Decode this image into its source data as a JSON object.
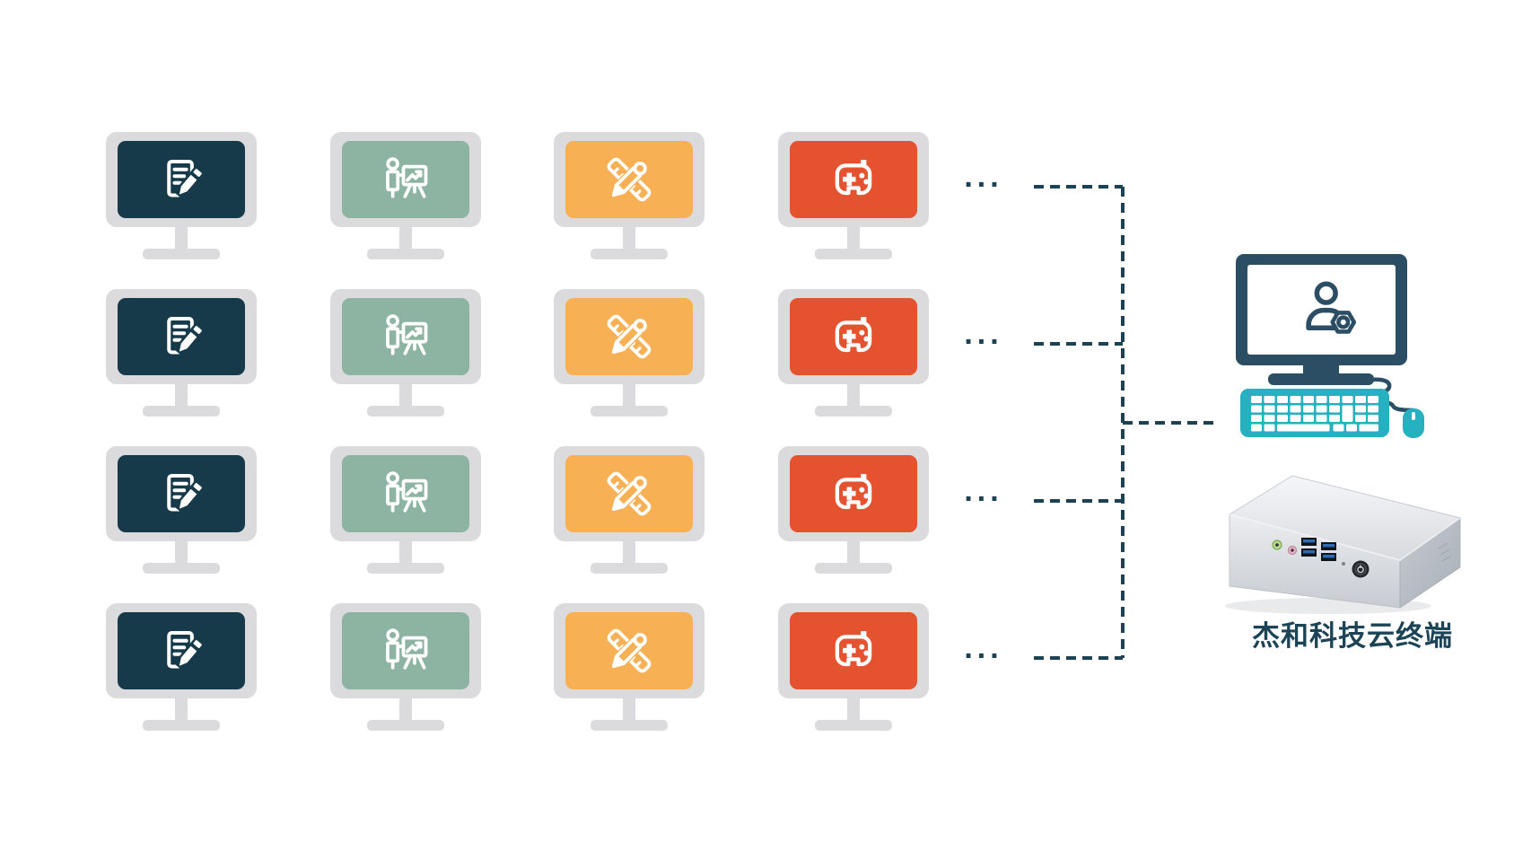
{
  "colors": {
    "background": "#ffffff",
    "frame": "#dbdbdd",
    "office": "#173a4a",
    "education": "#8db4a2",
    "design": "#f8b055",
    "gaming": "#e5522f",
    "admin": "#2b4e64",
    "dash": "#1c4254",
    "teal": "#27b0bf",
    "text": "#1c4456"
  },
  "grid": {
    "rows": 4,
    "ellipsis": "...",
    "columns": [
      {
        "name": "office-workstation",
        "icon": "document-edit-icon",
        "color_key": "office"
      },
      {
        "name": "presentation-workstation",
        "icon": "presentation-chart-icon",
        "color_key": "education"
      },
      {
        "name": "design-workstation",
        "icon": "ruler-pencil-icon",
        "color_key": "design"
      },
      {
        "name": "gaming-workstation",
        "icon": "gamepad-icon",
        "color_key": "gaming"
      }
    ]
  },
  "host": {
    "monitor_icon": "user-gear-icon",
    "peripherals": [
      "keyboard-icon",
      "mouse-icon"
    ],
    "device_icon": "cloud-terminal-box",
    "label": "杰和科技云终端"
  }
}
